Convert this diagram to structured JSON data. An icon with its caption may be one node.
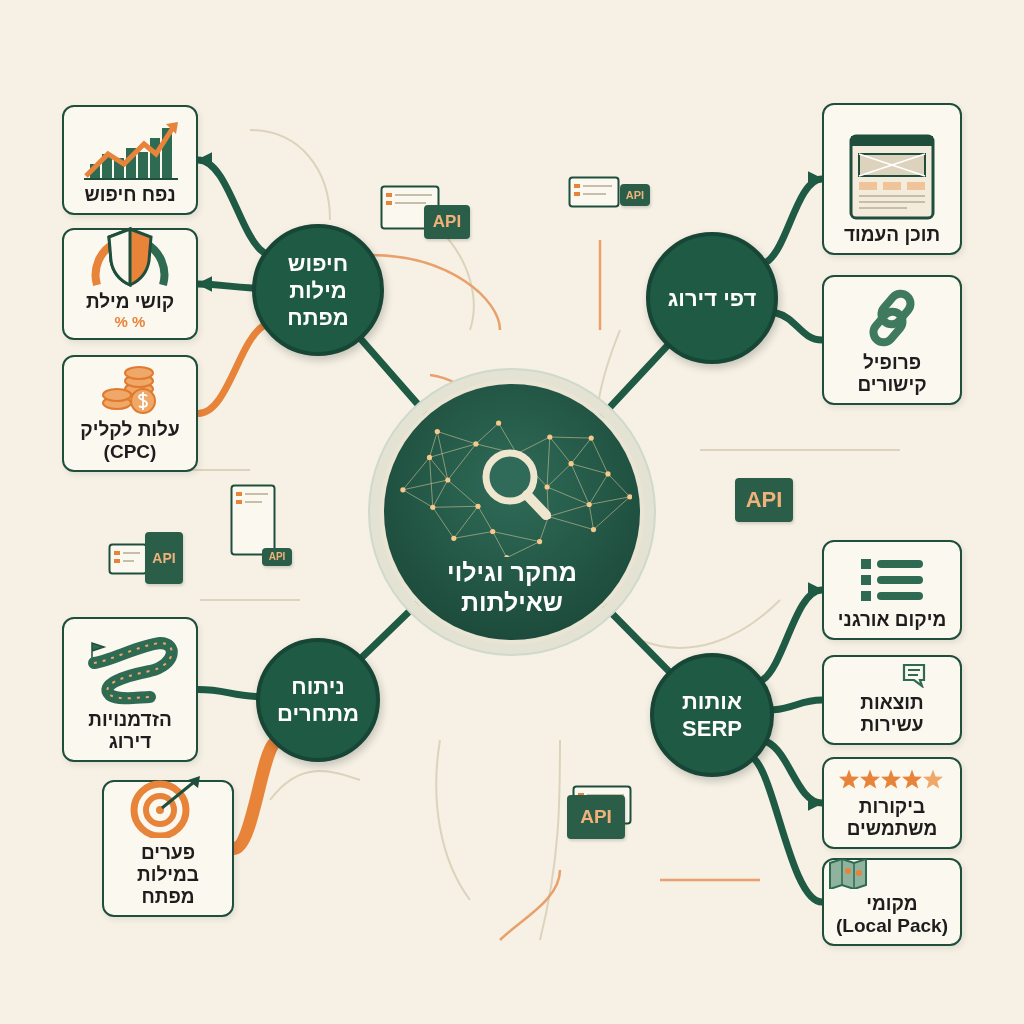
{
  "diagram": {
    "nodes": [
      {
        "text": [
          "מחקר וגילוי שאילתות"
        ]
      },
      {
        "text": [
          "חיפוש מילות מפתח"
        ]
      },
      {
        "text": [
          "דפי דירוג"
        ]
      },
      {
        "text": [
          "ניתוח מתחרים"
        ]
      },
      {
        "text": [
          "אותות SERP"
        ]
      },
      {
        "text": [
          "נפח חיפוש"
        ]
      },
      {
        "text": [
          "קושי מילת",
          "% %"
        ]
      },
      {
        "text": [
          "עלות לקליק (CPC)"
        ]
      },
      {
        "text": [
          "הזדמנויות דירוג"
        ]
      },
      {
        "text": [
          "פערים במילות מפתח"
        ]
      },
      {
        "text": [
          "תוכן העמוד"
        ]
      },
      {
        "text": [
          "פרופיל קישורים"
        ]
      },
      {
        "text": [
          "מיקום אורגני"
        ]
      },
      {
        "text": [
          "תוצאות עשירות"
        ]
      },
      {
        "text": [
          "ביקורות משתמשים"
        ]
      },
      {
        "text": [
          "מקומי (Local Pack)"
        ]
      }
    ],
    "edges": [
      {
        "from": 0,
        "to": 1,
        "arrow": "none"
      },
      {
        "from": 0,
        "to": 2,
        "arrow": "none"
      },
      {
        "from": 0,
        "to": 3,
        "arrow": "none"
      },
      {
        "from": 0,
        "to": 4,
        "arrow": "none"
      },
      {
        "from": 1,
        "to": 5,
        "arrow": "to"
      },
      {
        "from": 1,
        "to": 6,
        "arrow": "to"
      },
      {
        "from": 1,
        "to": 7,
        "arrow": "none",
        "color": "#e8833a"
      },
      {
        "from": 3,
        "to": 8,
        "arrow": "none"
      },
      {
        "from": 3,
        "to": 9,
        "arrow": "none",
        "style": "thick",
        "color": "#e8833a"
      },
      {
        "from": 2,
        "to": 10,
        "arrow": "to"
      },
      {
        "from": 2,
        "to": 11,
        "arrow": "none"
      },
      {
        "from": 4,
        "to": 12,
        "arrow": "to"
      },
      {
        "from": 4,
        "to": 13,
        "arrow": "none"
      },
      {
        "from": 4,
        "to": 14,
        "arrow": "to"
      },
      {
        "from": 4,
        "to": 15,
        "arrow": "none"
      }
    ],
    "labels": [
      "API",
      "API",
      "API",
      "API",
      "API",
      "API"
    ]
  }
}
